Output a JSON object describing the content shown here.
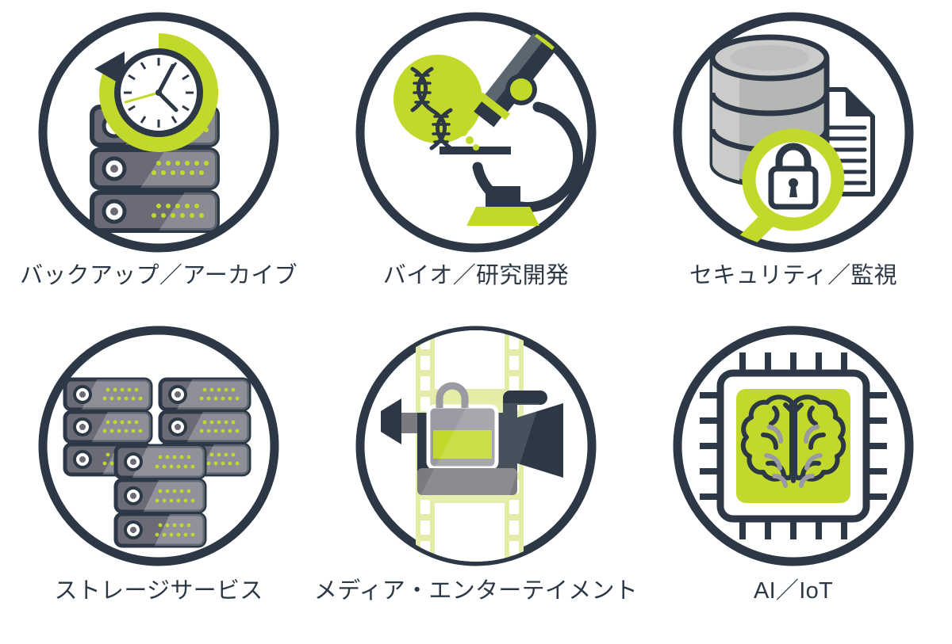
{
  "palette": {
    "dark": "#2c3845",
    "green": "#c2d92c",
    "green_light": "#e4eca7",
    "server_body": "#6b6b78",
    "server_highlight": "#9a9aa3",
    "gray_mid": "#7a7a80",
    "gray_light": "#b5b7b4",
    "gray_lighter": "#cbccc9",
    "white": "#ffffff",
    "background": "#ffffff"
  },
  "items": [
    {
      "id": "backup-archive",
      "label": "バックアップ／アーカイブ",
      "icon": "server-rack-clock-icon",
      "icon_description": "3段のサーバーラックと緑の循環矢印付き時計"
    },
    {
      "id": "bio-rnd",
      "label": "バイオ／研究開発",
      "icon": "microscope-dna-icon",
      "icon_description": "顕微鏡と緑の円内のDNA二重らせん"
    },
    {
      "id": "security-monitoring",
      "label": "セキュリティ／監視",
      "icon": "database-lock-magnifier-icon",
      "icon_description": "データベースと書類、南京錠入りの緑の虫眼鏡"
    },
    {
      "id": "storage-service",
      "label": "ストレージサービス",
      "icon": "server-stacks-icon",
      "icon_description": "3組のサーバーラックの集合"
    },
    {
      "id": "media-entertainment",
      "label": "メディア・エンターテイメント",
      "icon": "video-camera-filmstrip-icon",
      "icon_description": "フィルムストリップ上のビデオカメラ"
    },
    {
      "id": "ai-iot",
      "label": "AI／IoT",
      "icon": "cpu-brain-icon",
      "icon_description": "脳が入ったCPUチップ"
    }
  ]
}
